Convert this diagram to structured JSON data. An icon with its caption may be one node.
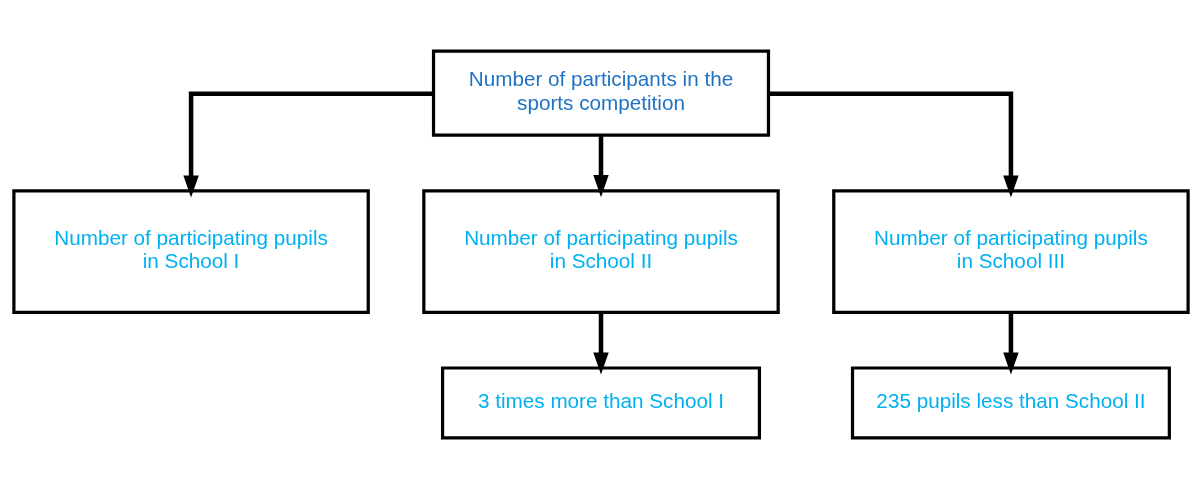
{
  "diagram": {
    "nodes": [
      {
        "text": [
          "Number of participants in the sports competition"
        ]
      },
      {
        "text": [
          "Number of participating pupils in School I"
        ]
      },
      {
        "text": [
          "Number of participating pupils in School II"
        ]
      },
      {
        "text": [
          "Number of participating pupils in School III"
        ]
      },
      {
        "text": [
          "3 times more than School I"
        ]
      },
      {
        "text": [
          "235 pupils less than School II"
        ]
      }
    ],
    "edges": [
      {
        "from": 0,
        "to": 1,
        "arrow": "to"
      },
      {
        "from": 0,
        "to": 2,
        "arrow": "to"
      },
      {
        "from": 0,
        "to": 3,
        "arrow": "to"
      },
      {
        "from": 2,
        "to": 4,
        "arrow": "to"
      },
      {
        "from": 3,
        "to": 5,
        "arrow": "to"
      }
    ]
  }
}
